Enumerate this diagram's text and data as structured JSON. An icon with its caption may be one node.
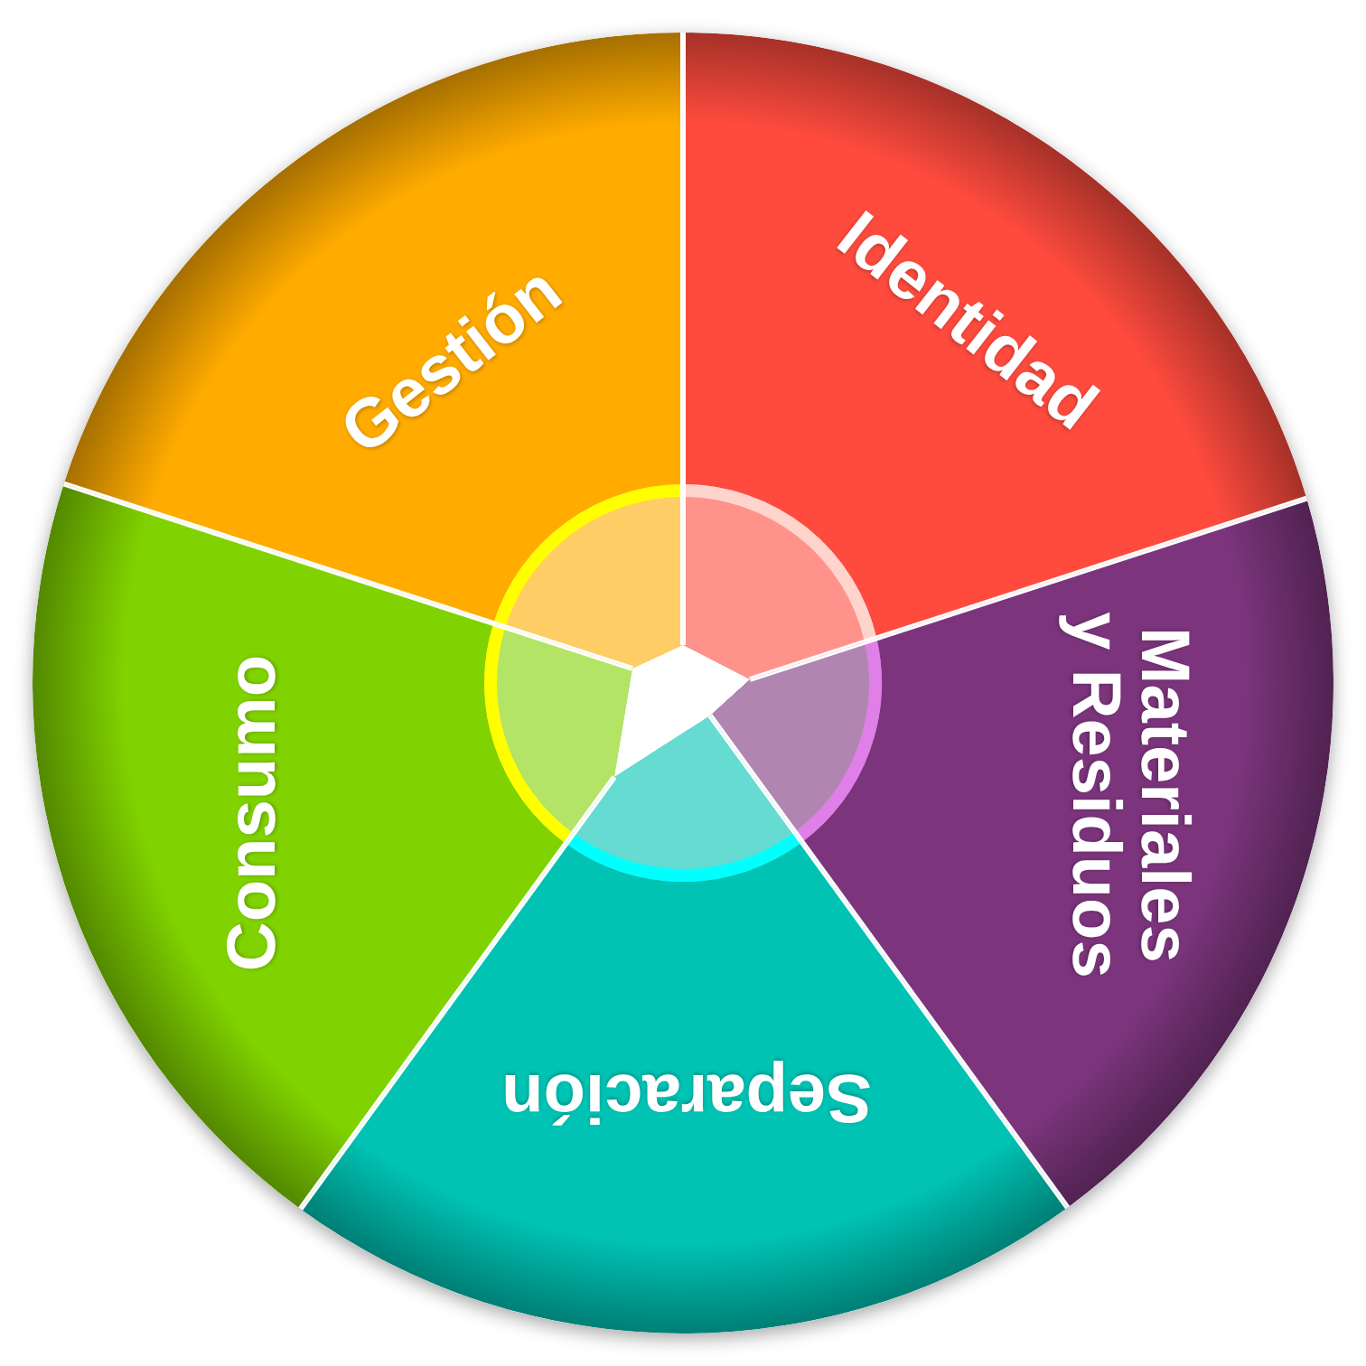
{
  "diagram": {
    "nodes": [
      {
        "text": [
          "Gestión"
        ]
      },
      {
        "text": [
          "Identidad"
        ]
      },
      {
        "text": [
          "Consumo"
        ]
      },
      {
        "text": [
          "Materiales y Residuos"
        ]
      },
      {
        "text": [
          "Separación"
        ]
      }
    ]
  }
}
